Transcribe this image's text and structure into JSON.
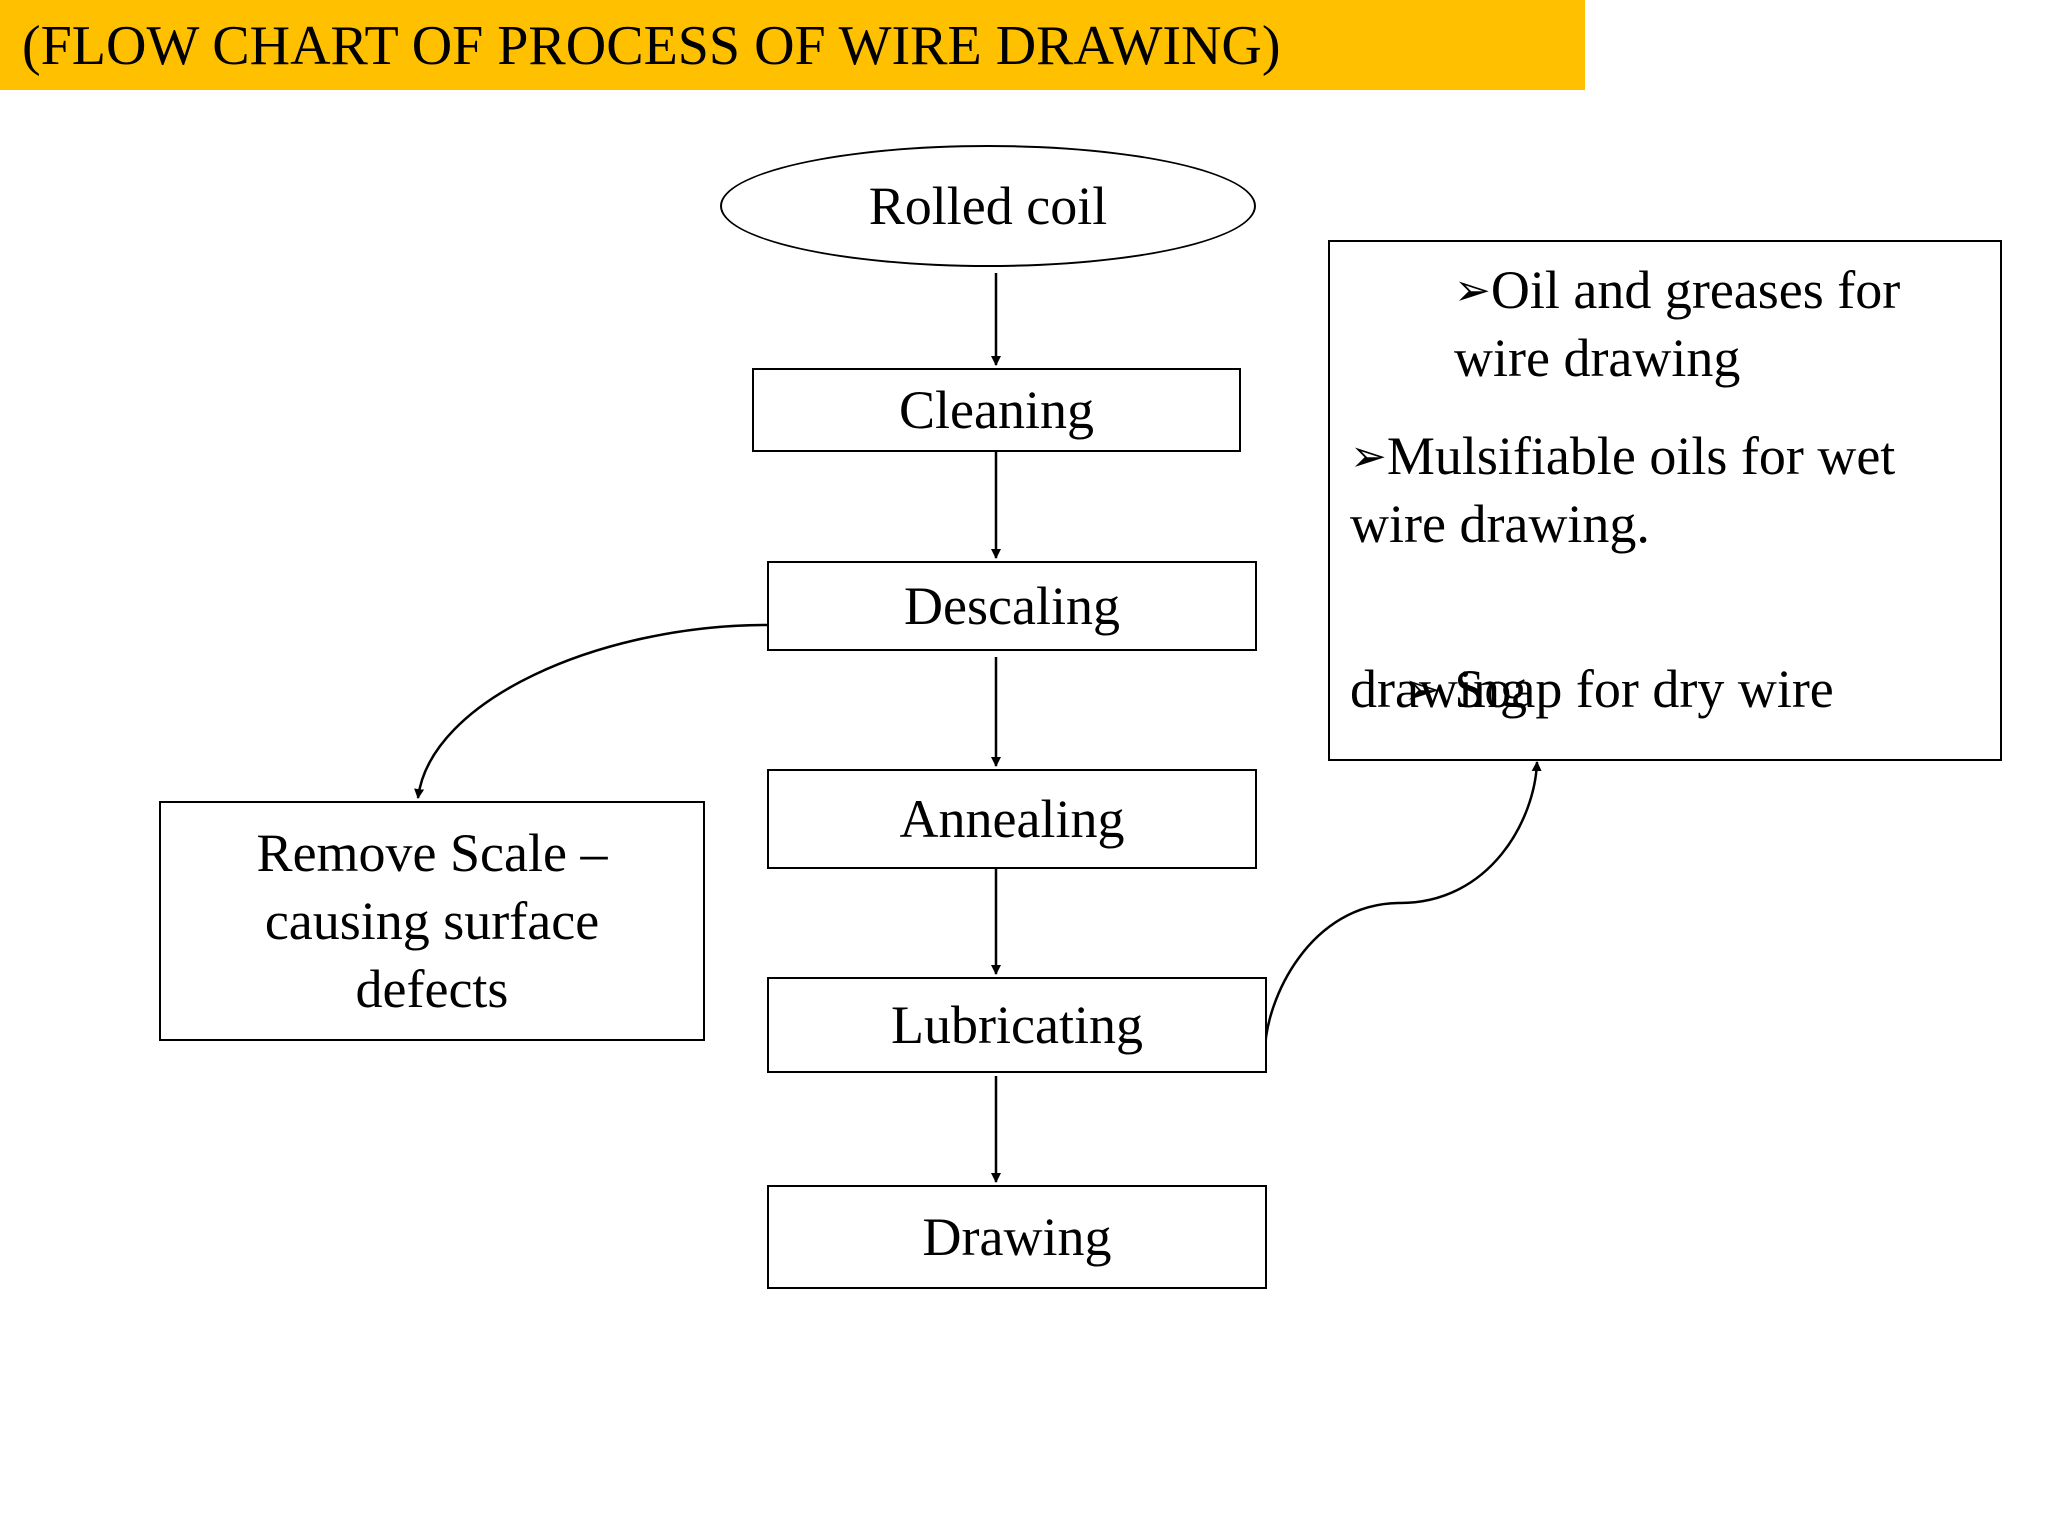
{
  "title": "(FLOW CHART OF PROCESS OF WIRE DRAWING)",
  "nodes": {
    "rolled_coil": "Rolled coil",
    "cleaning": "Cleaning",
    "descaling": "Descaling",
    "annealing": "Annealing",
    "lubricating": "Lubricating",
    "drawing": "Drawing"
  },
  "descaling_note": {
    "line1": "Remove Scale –",
    "line2": "causing surface",
    "line3": "defects"
  },
  "lubricant_note": {
    "bullet_symbol": "➢",
    "item1_line1": "Oil and greases for",
    "item1_line2": "wire drawing",
    "item2_line1": "Mulsifiable oils for wet",
    "item2_line2": "wire drawing.",
    "item3_line1": " Soap for dry wire",
    "item3_line2": "drawing"
  }
}
